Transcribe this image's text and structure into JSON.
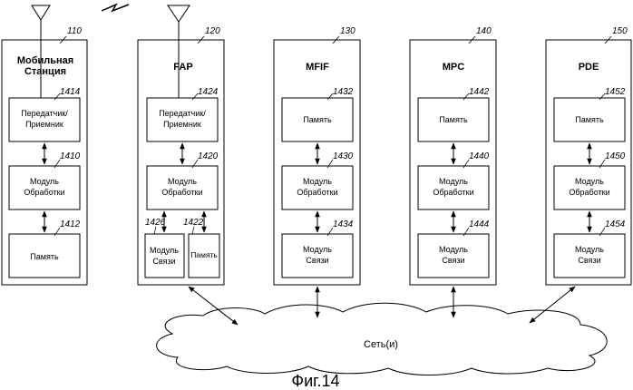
{
  "antenna_refs": [
    "110",
    "120"
  ],
  "units": [
    {
      "ref": "110",
      "title_lines": [
        "Мобильная",
        "Станция"
      ],
      "blocks": [
        {
          "ref": "1414",
          "lines": [
            "Передатчик/",
            "Приемник"
          ]
        },
        {
          "ref": "1410",
          "lines": [
            "Модуль",
            "Обработки"
          ]
        },
        {
          "ref": "1412",
          "lines": [
            "Память"
          ]
        }
      ]
    },
    {
      "ref": "120",
      "title_lines": [
        "FAP"
      ],
      "blocks": [
        {
          "ref": "1424",
          "lines": [
            "Передатчик/",
            "Приемник"
          ]
        },
        {
          "ref": "1420",
          "lines": [
            "Модуль",
            "Обработки"
          ]
        },
        {
          "ref": "1426",
          "lines": [
            "Модуль",
            "Связи"
          ]
        },
        {
          "ref": "1422",
          "lines": [
            "Память"
          ]
        }
      ]
    },
    {
      "ref": "130",
      "title_lines": [
        "MFIF"
      ],
      "blocks": [
        {
          "ref": "1432",
          "lines": [
            "Память"
          ]
        },
        {
          "ref": "1430",
          "lines": [
            "Модуль",
            "Обработки"
          ]
        },
        {
          "ref": "1434",
          "lines": [
            "Модуль",
            "Связи"
          ]
        }
      ]
    },
    {
      "ref": "140",
      "title_lines": [
        "MPC"
      ],
      "blocks": [
        {
          "ref": "1442",
          "lines": [
            "Память"
          ]
        },
        {
          "ref": "1440",
          "lines": [
            "Модуль",
            "Обработки"
          ]
        },
        {
          "ref": "1444",
          "lines": [
            "Модуль",
            "Связи"
          ]
        }
      ]
    },
    {
      "ref": "150",
      "title_lines": [
        "PDE"
      ],
      "blocks": [
        {
          "ref": "1452",
          "lines": [
            "Память"
          ]
        },
        {
          "ref": "1450",
          "lines": [
            "Модуль",
            "Обработки"
          ]
        },
        {
          "ref": "1454",
          "lines": [
            "Модуль",
            "Связи"
          ]
        }
      ]
    }
  ],
  "network_label": "Сеть(и)",
  "figure_caption": "Фиг.14"
}
